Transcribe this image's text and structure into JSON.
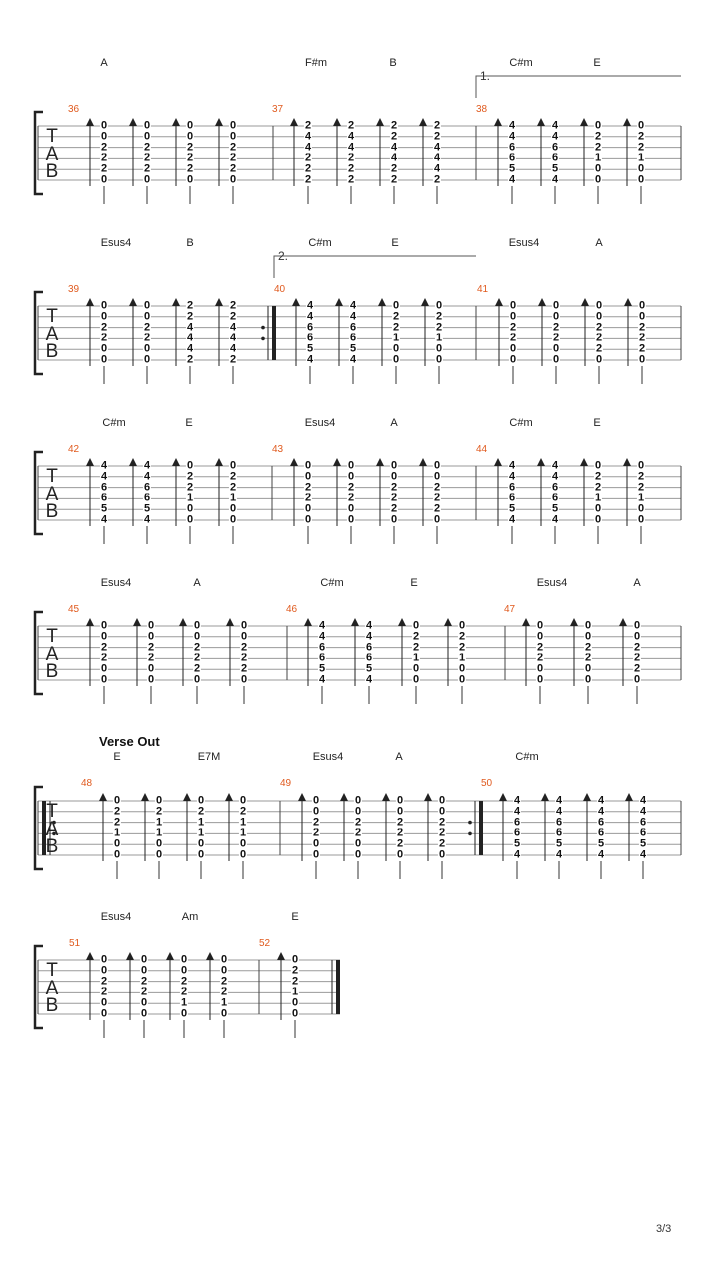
{
  "section_label": "Verse Out",
  "page_number": "3/3",
  "systems": [
    {
      "chords": [
        "A",
        "F#m",
        "B",
        "C#m",
        "E"
      ],
      "voltas": [
        "1."
      ],
      "measures": [
        {
          "number": "36",
          "beats": [
            [
              "0",
              "2",
              "2",
              "2",
              "0",
              "0"
            ],
            [
              "0",
              "2",
              "2",
              "2",
              "0",
              "0"
            ],
            [
              "0",
              "2",
              "2",
              "2",
              "0",
              "0"
            ],
            [
              "0",
              "2",
              "2",
              "2",
              "0",
              "0"
            ]
          ]
        },
        {
          "number": "37",
          "beats": [
            [
              "2",
              "2",
              "2",
              "4",
              "4",
              "2"
            ],
            [
              "2",
              "2",
              "2",
              "4",
              "4",
              "2"
            ],
            [
              "2",
              "2",
              "4",
              "4",
              "2",
              "2"
            ],
            [
              "2",
              "4",
              "4",
              "4",
              "2",
              "2"
            ]
          ]
        },
        {
          "number": "38",
          "beats": [
            [
              "4",
              "5",
              "6",
              "6",
              "4",
              "4"
            ],
            [
              "4",
              "5",
              "6",
              "6",
              "4",
              "4"
            ],
            [
              "0",
              "0",
              "1",
              "2",
              "2",
              "0"
            ],
            [
              "0",
              "0",
              "1",
              "2",
              "2",
              "0"
            ]
          ]
        }
      ]
    },
    {
      "chords": [
        "Esus4",
        "B",
        "C#m",
        "E",
        "Esus4",
        "A"
      ],
      "voltas": [
        "2."
      ],
      "measures": [
        {
          "number": "39",
          "beats": [
            [
              "0",
              "0",
              "2",
              "2",
              "0",
              "0"
            ],
            [
              "0",
              "0",
              "2",
              "2",
              "0",
              "0"
            ],
            [
              "2",
              "4",
              "4",
              "4",
              "2",
              "2"
            ],
            [
              "2",
              "4",
              "4",
              "4",
              "2",
              "2"
            ]
          ]
        },
        {
          "number": "40",
          "beats": [
            [
              "4",
              "5",
              "6",
              "6",
              "4",
              "4"
            ],
            [
              "4",
              "5",
              "6",
              "6",
              "4",
              "4"
            ],
            [
              "0",
              "0",
              "1",
              "2",
              "2",
              "0"
            ],
            [
              "0",
              "0",
              "1",
              "2",
              "2",
              "0"
            ]
          ]
        },
        {
          "number": "41",
          "beats": [
            [
              "0",
              "0",
              "2",
              "2",
              "0",
              "0"
            ],
            [
              "0",
              "0",
              "2",
              "2",
              "0",
              "0"
            ],
            [
              "0",
              "2",
              "2",
              "2",
              "0",
              "0"
            ],
            [
              "0",
              "2",
              "2",
              "2",
              "0",
              "0"
            ]
          ]
        }
      ]
    },
    {
      "chords": [
        "C#m",
        "E",
        "Esus4",
        "A",
        "C#m",
        "E"
      ],
      "voltas": [],
      "measures": [
        {
          "number": "42",
          "beats": [
            [
              "4",
              "5",
              "6",
              "6",
              "4",
              "4"
            ],
            [
              "4",
              "5",
              "6",
              "6",
              "4",
              "4"
            ],
            [
              "0",
              "0",
              "1",
              "2",
              "2",
              "0"
            ],
            [
              "0",
              "0",
              "1",
              "2",
              "2",
              "0"
            ]
          ]
        },
        {
          "number": "43",
          "beats": [
            [
              "0",
              "0",
              "2",
              "2",
              "0",
              "0"
            ],
            [
              "0",
              "0",
              "2",
              "2",
              "0",
              "0"
            ],
            [
              "0",
              "2",
              "2",
              "2",
              "0",
              "0"
            ],
            [
              "0",
              "2",
              "2",
              "2",
              "0",
              "0"
            ]
          ]
        },
        {
          "number": "44",
          "beats": [
            [
              "4",
              "5",
              "6",
              "6",
              "4",
              "4"
            ],
            [
              "4",
              "5",
              "6",
              "6",
              "4",
              "4"
            ],
            [
              "0",
              "0",
              "1",
              "2",
              "2",
              "0"
            ],
            [
              "0",
              "0",
              "1",
              "2",
              "2",
              "0"
            ]
          ]
        }
      ]
    },
    {
      "chords": [
        "Esus4",
        "A",
        "C#m",
        "E",
        "Esus4",
        "A"
      ],
      "voltas": [],
      "measures": [
        {
          "number": "45",
          "beats": [
            [
              "0",
              "0",
              "2",
              "2",
              "0",
              "0"
            ],
            [
              "0",
              "0",
              "2",
              "2",
              "0",
              "0"
            ],
            [
              "0",
              "2",
              "2",
              "2",
              "0",
              "0"
            ],
            [
              "0",
              "2",
              "2",
              "2",
              "0",
              "0"
            ]
          ]
        },
        {
          "number": "46",
          "beats": [
            [
              "4",
              "5",
              "6",
              "6",
              "4",
              "4"
            ],
            [
              "4",
              "5",
              "6",
              "6",
              "4",
              "4"
            ],
            [
              "0",
              "0",
              "1",
              "2",
              "2",
              "0"
            ],
            [
              "0",
              "0",
              "1",
              "2",
              "2",
              "0"
            ]
          ]
        },
        {
          "number": "47",
          "beats": [
            [
              "0",
              "0",
              "2",
              "2",
              "0",
              "0"
            ],
            [
              "0",
              "0",
              "2",
              "2",
              "0",
              "0"
            ],
            [
              "0",
              "2",
              "2",
              "2",
              "0",
              "0"
            ]
          ]
        }
      ]
    },
    {
      "chords": [
        "E",
        "E7M",
        "Esus4",
        "A",
        "C#m"
      ],
      "voltas": [],
      "measures": [
        {
          "number": "48",
          "beats": [
            [
              "0",
              "0",
              "1",
              "2",
              "2",
              "0"
            ],
            [
              "0",
              "0",
              "1",
              "1",
              "2",
              "0"
            ],
            [
              "0",
              "0",
              "1",
              "1",
              "2",
              "0"
            ],
            [
              "0",
              "0",
              "1",
              "1",
              "2",
              "0"
            ]
          ]
        },
        {
          "number": "49",
          "beats": [
            [
              "0",
              "0",
              "2",
              "2",
              "0",
              "0"
            ],
            [
              "0",
              "0",
              "2",
              "2",
              "0",
              "0"
            ],
            [
              "0",
              "2",
              "2",
              "2",
              "0",
              "0"
            ],
            [
              "0",
              "2",
              "2",
              "2",
              "0",
              "0"
            ]
          ]
        },
        {
          "number": "50",
          "beats": [
            [
              "4",
              "5",
              "6",
              "6",
              "4",
              "4"
            ],
            [
              "4",
              "5",
              "6",
              "6",
              "4",
              "4"
            ],
            [
              "4",
              "5",
              "6",
              "6",
              "4",
              "4"
            ],
            [
              "4",
              "5",
              "6",
              "6",
              "4",
              "4"
            ]
          ]
        }
      ]
    },
    {
      "chords": [
        "Esus4",
        "Am",
        "E"
      ],
      "voltas": [],
      "measures": [
        {
          "number": "51",
          "beats": [
            [
              "0",
              "0",
              "2",
              "2",
              "0",
              "0"
            ],
            [
              "0",
              "0",
              "2",
              "2",
              "0",
              "0"
            ],
            [
              "0",
              "1",
              "2",
              "2",
              "0",
              "0"
            ],
            [
              "0",
              "1",
              "2",
              "2",
              "0",
              "0"
            ]
          ]
        },
        {
          "number": "52",
          "beats": [
            [
              "0",
              "0",
              "1",
              "2",
              "2",
              "0"
            ]
          ]
        }
      ]
    }
  ]
}
